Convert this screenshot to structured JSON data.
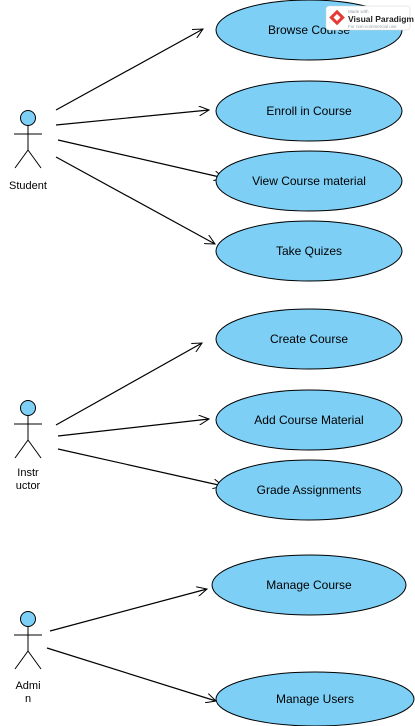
{
  "actors": [
    {
      "id": "student",
      "label_lines": [
        "Student"
      ]
    },
    {
      "id": "instructor",
      "label_lines": [
        "Instr",
        "uctor"
      ]
    },
    {
      "id": "admin",
      "label_lines": [
        "Admi",
        "n"
      ]
    }
  ],
  "use_cases": [
    {
      "id": "browse-course",
      "label": "Browse Course"
    },
    {
      "id": "enroll-in-course",
      "label": "Enroll in Course"
    },
    {
      "id": "view-course-material",
      "label": "View Course material"
    },
    {
      "id": "take-quizes",
      "label": "Take Quizes"
    },
    {
      "id": "create-course",
      "label": "Create Course"
    },
    {
      "id": "add-course-material",
      "label": "Add Course Material"
    },
    {
      "id": "grade-assignments",
      "label": "Grade Assignments"
    },
    {
      "id": "manage-course",
      "label": "Manage Course"
    },
    {
      "id": "manage-users",
      "label": "Manage Users"
    }
  ],
  "associations": [
    {
      "from": "student",
      "to": "browse-course"
    },
    {
      "from": "student",
      "to": "enroll-in-course"
    },
    {
      "from": "student",
      "to": "view-course-material"
    },
    {
      "from": "student",
      "to": "take-quizes"
    },
    {
      "from": "instructor",
      "to": "create-course"
    },
    {
      "from": "instructor",
      "to": "add-course-material"
    },
    {
      "from": "instructor",
      "to": "grade-assignments"
    },
    {
      "from": "admin",
      "to": "manage-course"
    },
    {
      "from": "admin",
      "to": "manage-users"
    }
  ],
  "watermark": {
    "small_top": "Made with",
    "brand": "Visual Paradigm",
    "small_bottom": "For non-commercial use"
  },
  "colors": {
    "use_case_fill": "#7dcff5",
    "actor_fill": "#7dcff5",
    "stroke": "#000000"
  }
}
